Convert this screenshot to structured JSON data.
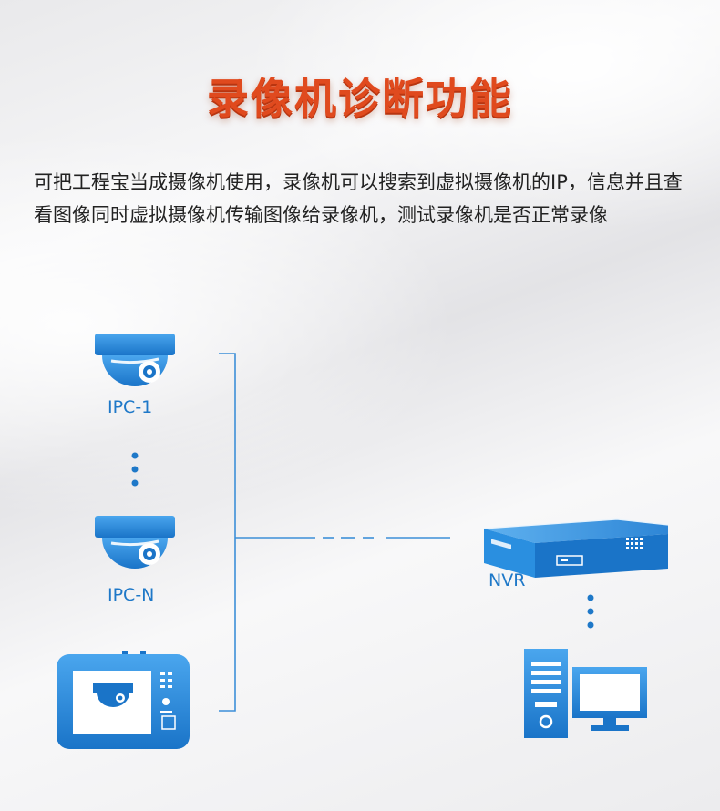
{
  "title": "录像机诊断功能",
  "description": "可把工程宝当成摄像机使用，录像机可以搜索到虚拟摄像机的IP，信息并且查看图像同时虚拟摄像机传输图像给录像机，测试录像机是否正常录像",
  "labels": {
    "ipc1": "IPC-1",
    "ipcn": "IPC-N",
    "nvr": "NVR"
  },
  "colors": {
    "accent": "#1e78c8",
    "device_blue": "#2a8fe0",
    "title_orange": "#e04a1e"
  },
  "icons": [
    "dome-camera-icon",
    "tester-device-icon",
    "nvr-icon",
    "pc-tower-icon",
    "monitor-icon"
  ]
}
